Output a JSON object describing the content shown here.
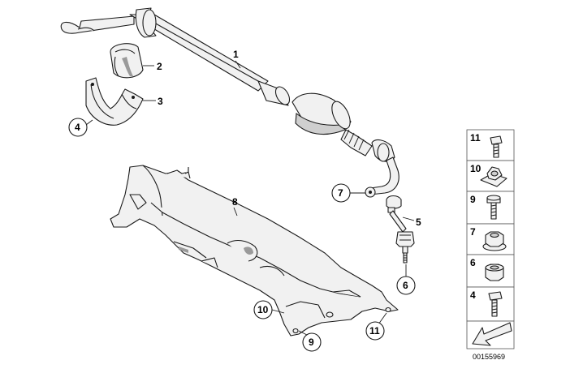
{
  "callouts": {
    "bar": "1",
    "bushing": "2",
    "bracket": "3",
    "bracket_screw": "4",
    "link": "5",
    "link_nut": "6",
    "bar_nut": "7",
    "shield": "8",
    "shield_screw": "9",
    "shield_clip": "10",
    "shield_bolt": "11"
  },
  "legend": [
    {
      "number": "11",
      "part": "bolt"
    },
    {
      "number": "10",
      "part": "clip-nut"
    },
    {
      "number": "9",
      "part": "screw"
    },
    {
      "number": "7",
      "part": "hex-collar-nut"
    },
    {
      "number": "6",
      "part": "nylon-lock-nut"
    },
    {
      "number": "4",
      "part": "screw"
    }
  ],
  "diagram_id": "00155969"
}
